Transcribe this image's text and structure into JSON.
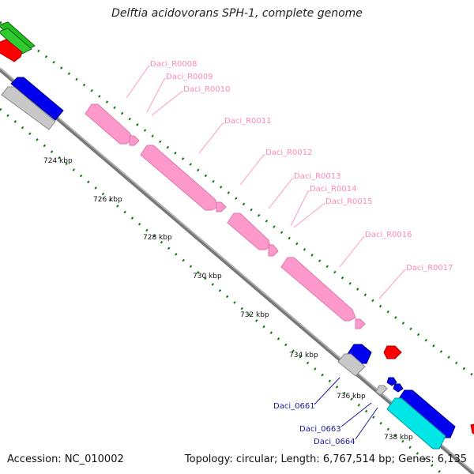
{
  "title": "Delftia acidovorans SPH-1, complete genome",
  "footer": {
    "accession": "Accession: NC_010002",
    "summary": "Topology: circular; Length: 6,767,514 bp; Genes: 6,135"
  },
  "colors": {
    "backbone": "#8a8a8a",
    "rna_gene": "#ff99cc",
    "rna_label": "#ff88bb",
    "cds_blue": "#0000ee",
    "cds_gray": "#c8c8c8",
    "cds_red": "#ff0000",
    "cds_green": "#22bb22",
    "cds_cyan": "#00e5e5",
    "dotted_track": "#117711",
    "gene_label": "#1a1aa0"
  },
  "scale_ticks": [
    "724 kbp",
    "726 kbp",
    "728 kbp",
    "730 kbp",
    "732 kbp",
    "734 kbp",
    "736 kbp",
    "738 kbp"
  ],
  "rna_labels": [
    "Daci_R0008",
    "Daci_R0009",
    "Daci_R0010",
    "Daci_R0011",
    "Daci_R0012",
    "Daci_R0013",
    "Daci_R0014",
    "Daci_R0015",
    "Daci_R0016",
    "Daci_R0017"
  ],
  "gene_labels": [
    "Daci_0661",
    "Daci_0663",
    "Daci_0664"
  ]
}
